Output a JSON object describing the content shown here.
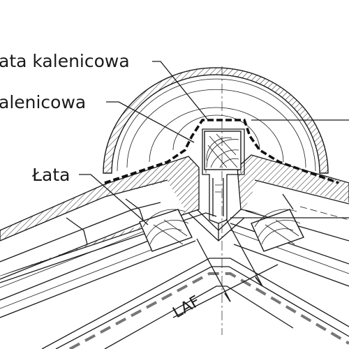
{
  "labels": {
    "ridge_batten": "ata kalenicowa",
    "ridge_item": "alenicowa",
    "batten": "Łata",
    "dimension": "LAF"
  },
  "colors": {
    "line": "#1a1a1a",
    "hatch": "#1a1a1a",
    "membrane_dash": "#111111",
    "under_roof_dash": "#777777",
    "background": "#ffffff"
  }
}
